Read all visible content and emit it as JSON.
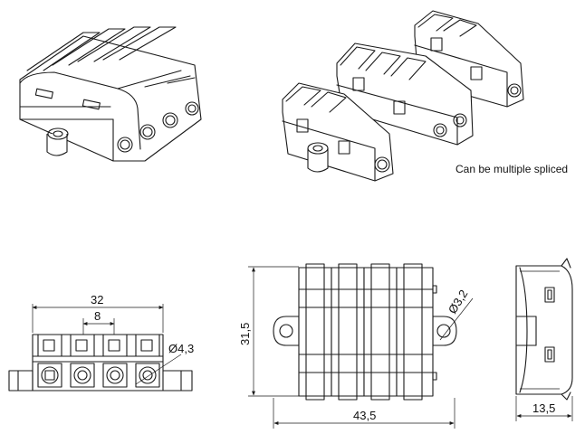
{
  "caption": "Can be multiple spliced",
  "dimensions": {
    "front_width": "32",
    "front_pitch": "8",
    "front_hole": "Ø4,3",
    "top_height": "31,5",
    "top_width": "43,5",
    "top_hole": "Ø3,2",
    "side_width": "13,5"
  },
  "colors": {
    "line": "#1a1a1a",
    "background": "#ffffff"
  }
}
